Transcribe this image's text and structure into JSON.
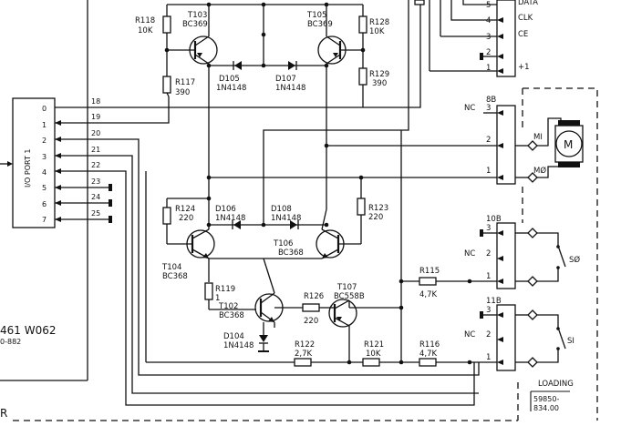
{
  "io_port": {
    "label": "I/O PORT 1",
    "pins": [
      "0",
      "1",
      "2",
      "3",
      "4",
      "5",
      "6",
      "7"
    ],
    "wire_numbers": [
      "18",
      "19",
      "20",
      "21",
      "22",
      "23",
      "24",
      "25"
    ]
  },
  "board_label": {
    "line1": "461 W062",
    "line2": "0-882"
  },
  "corner_label": "R",
  "transistors": [
    {
      "ref": "T103",
      "type": "BC369"
    },
    {
      "ref": "T105",
      "type": "BC369"
    },
    {
      "ref": "T104",
      "type": "BC368"
    },
    {
      "ref": "T106",
      "type": "BC368"
    },
    {
      "ref": "T102",
      "type": "BC368"
    },
    {
      "ref": "T107",
      "type": "BC558B"
    }
  ],
  "resistors": [
    {
      "ref": "R118",
      "value": "10K"
    },
    {
      "ref": "R117",
      "value": "390"
    },
    {
      "ref": "R128",
      "value": "10K"
    },
    {
      "ref": "R129",
      "value": "390"
    },
    {
      "ref": "R124",
      "value": "220"
    },
    {
      "ref": "R123",
      "value": "220"
    },
    {
      "ref": "R119",
      "value": "1"
    },
    {
      "ref": "R126",
      "value": "220"
    },
    {
      "ref": "R122",
      "value": "2,7K"
    },
    {
      "ref": "R121",
      "value": "10K"
    },
    {
      "ref": "R115",
      "value": "4,7K"
    },
    {
      "ref": "R116",
      "value": "4,7K"
    }
  ],
  "diodes": [
    {
      "ref": "D105",
      "type": "1N4148"
    },
    {
      "ref": "D107",
      "type": "1N4148"
    },
    {
      "ref": "D106",
      "type": "1N4148"
    },
    {
      "ref": "D108",
      "type": "1N4148"
    },
    {
      "ref": "D104",
      "type": "1N4148"
    }
  ],
  "connector_top": {
    "pins": [
      "5",
      "4",
      "3",
      "2",
      "1"
    ],
    "signals": [
      "DATA",
      "CLK",
      "CE",
      "",
      "+1"
    ]
  },
  "connector_8b": {
    "ref": "8B",
    "pins": [
      "3",
      "2",
      "1"
    ],
    "nc": "NC",
    "motor_pins": [
      "MI",
      "MØ"
    ]
  },
  "connector_10b": {
    "ref": "10B",
    "pins": [
      "3",
      "2",
      "1"
    ],
    "nc": "NC",
    "switch": "SØ"
  },
  "connector_11b": {
    "ref": "11B",
    "pins": [
      "3",
      "2",
      "1"
    ],
    "nc": "NC",
    "switch": "SI"
  },
  "motor_symbol": "M",
  "loading": {
    "label": "LOADING",
    "code_line1": "59850-",
    "code_line2": "834.00"
  }
}
